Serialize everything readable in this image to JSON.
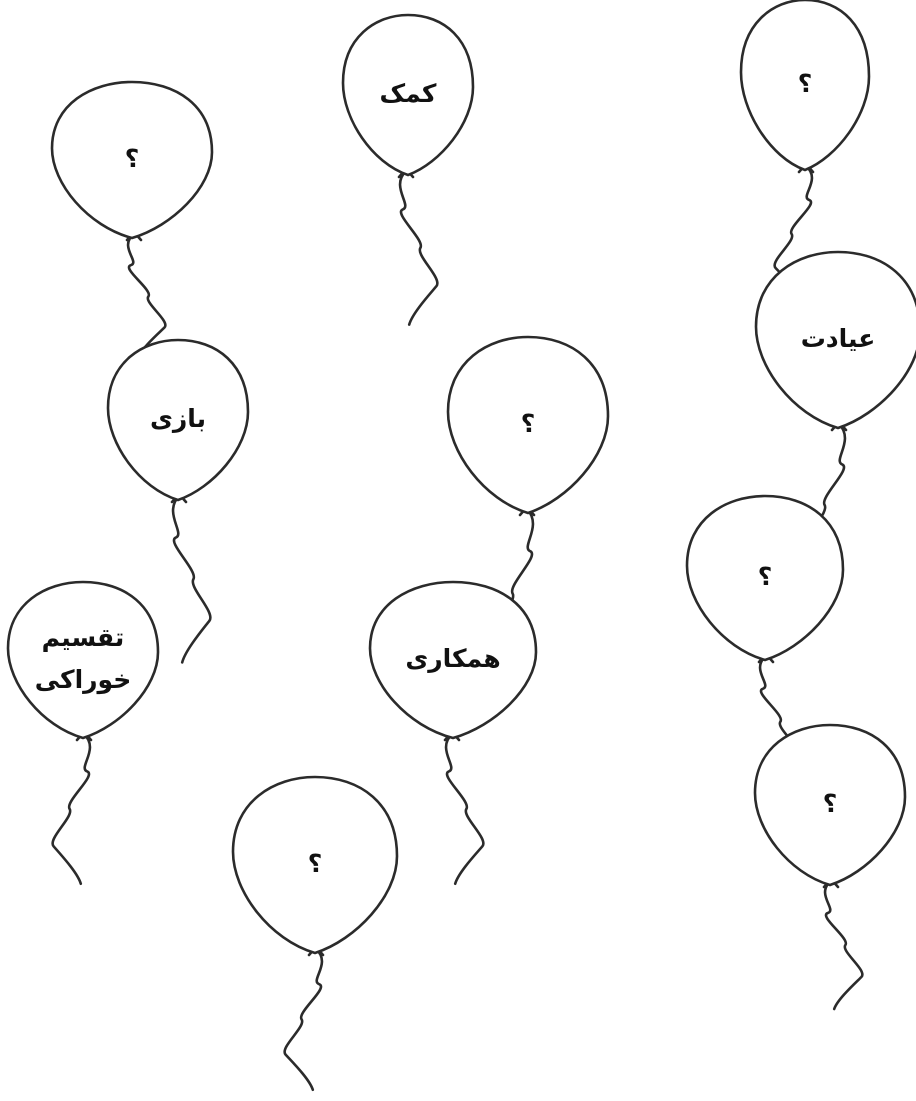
{
  "colors": {
    "background": "#ffffff",
    "outline": "#2b2b2b",
    "text": "#111111"
  },
  "balloons": [
    {
      "lines": [
        "کمک"
      ]
    },
    {
      "lines": [
        "؟"
      ]
    },
    {
      "lines": [
        "؟"
      ]
    },
    {
      "lines": [
        "عیادت"
      ]
    },
    {
      "lines": [
        "بازی"
      ]
    },
    {
      "lines": [
        "؟"
      ]
    },
    {
      "lines": [
        "؟"
      ]
    },
    {
      "lines": [
        "تقسیم",
        "خوراکی"
      ]
    },
    {
      "lines": [
        "همکاری"
      ]
    },
    {
      "lines": [
        "؟"
      ]
    },
    {
      "lines": [
        "؟"
      ]
    }
  ]
}
